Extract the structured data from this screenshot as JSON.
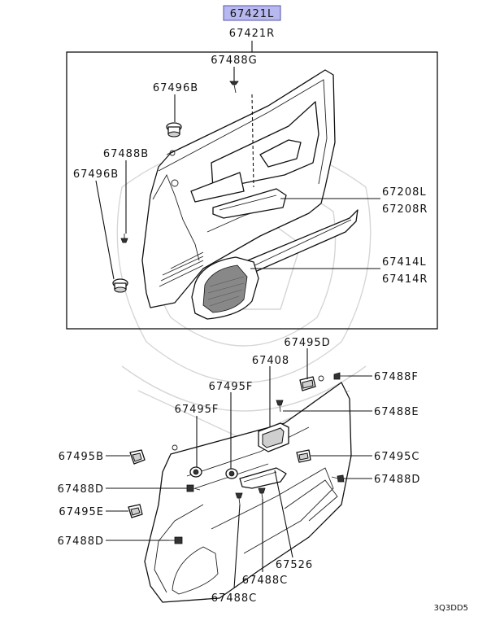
{
  "header": {
    "highlight_part": "67421L",
    "assembly_part": "67421R",
    "highlight_color": "#b8b8f0"
  },
  "labels": {
    "p67488G": "67488G",
    "p67496B_top": "67496B",
    "p67488B": "67488B",
    "p67496B_left": "67496B",
    "p67208L": "67208L",
    "p67208R": "67208R",
    "p67414L": "67414L",
    "p67414R": "67414R",
    "p67495D": "67495D",
    "p67408": "67408",
    "p67488F": "67488F",
    "p67495F_upper": "67495F",
    "p67495F_lower": "67495F",
    "p67488E": "67488E",
    "p67495B": "67495B",
    "p67495C": "67495C",
    "p67488D_left_upper": "67488D",
    "p67488D_right": "67488D",
    "p67495E": "67495E",
    "p67488D_left_lower": "67488D",
    "p67526": "67526",
    "p67488C_upper": "67488C",
    "p67488C_lower": "67488C"
  },
  "footer": {
    "diagram_code": "3Q3DD5"
  }
}
